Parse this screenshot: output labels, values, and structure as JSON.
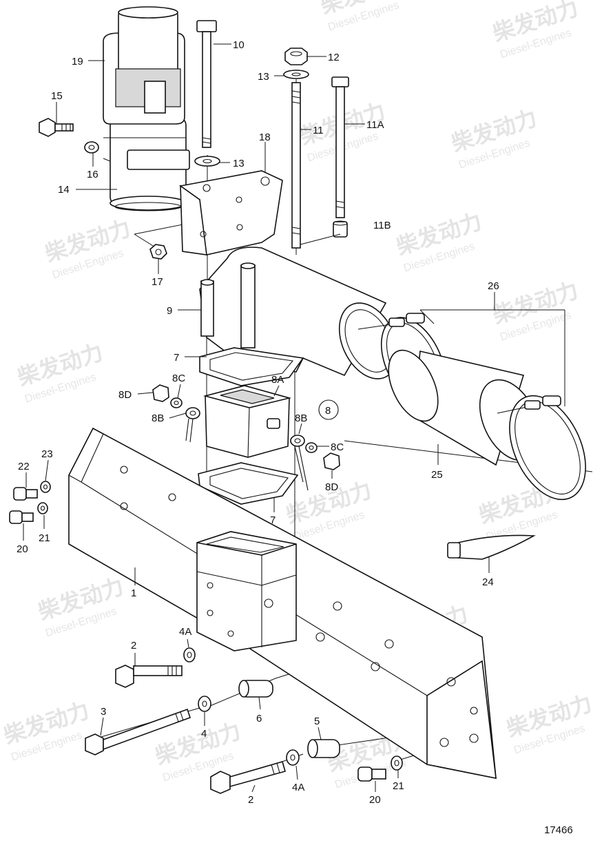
{
  "watermark": {
    "brand_cn": "柴发动力",
    "brand_en": "Diesel-Engines"
  },
  "drawing_number": "17466",
  "callouts": [
    {
      "id": "c10",
      "text": "10"
    },
    {
      "id": "c12",
      "text": "12"
    },
    {
      "id": "c13a",
      "text": "13"
    },
    {
      "id": "c19",
      "text": "19"
    },
    {
      "id": "c15",
      "text": "15"
    },
    {
      "id": "c11",
      "text": "11"
    },
    {
      "id": "c11A",
      "text": "11A"
    },
    {
      "id": "c18",
      "text": "18"
    },
    {
      "id": "c13b",
      "text": "13"
    },
    {
      "id": "c16",
      "text": "16"
    },
    {
      "id": "c14",
      "text": "14"
    },
    {
      "id": "c11B",
      "text": "11B"
    },
    {
      "id": "c17",
      "text": "17"
    },
    {
      "id": "c26",
      "text": "26"
    },
    {
      "id": "c9",
      "text": "9"
    },
    {
      "id": "c7a",
      "text": "7"
    },
    {
      "id": "c8C_a",
      "text": "8C"
    },
    {
      "id": "c8A",
      "text": "8A"
    },
    {
      "id": "c8D_a",
      "text": "8D"
    },
    {
      "id": "c8B_a",
      "text": "8B"
    },
    {
      "id": "c8B_b",
      "text": "8B"
    },
    {
      "id": "c8",
      "text": "8"
    },
    {
      "id": "c8C_b",
      "text": "8C"
    },
    {
      "id": "c8D_b",
      "text": "8D"
    },
    {
      "id": "c22",
      "text": "22"
    },
    {
      "id": "c23",
      "text": "23"
    },
    {
      "id": "c25",
      "text": "25"
    },
    {
      "id": "c7b",
      "text": "7"
    },
    {
      "id": "c20a",
      "text": "20"
    },
    {
      "id": "c21a",
      "text": "21"
    },
    {
      "id": "c24",
      "text": "24"
    },
    {
      "id": "c1",
      "text": "1"
    },
    {
      "id": "c4A_a",
      "text": "4A"
    },
    {
      "id": "c2a",
      "text": "2"
    },
    {
      "id": "c3",
      "text": "3"
    },
    {
      "id": "c4",
      "text": "4"
    },
    {
      "id": "c6",
      "text": "6"
    },
    {
      "id": "c5",
      "text": "5"
    },
    {
      "id": "c2b",
      "text": "2"
    },
    {
      "id": "c4A_b",
      "text": "4A"
    },
    {
      "id": "c20b",
      "text": "20"
    },
    {
      "id": "c21b",
      "text": "21"
    }
  ]
}
